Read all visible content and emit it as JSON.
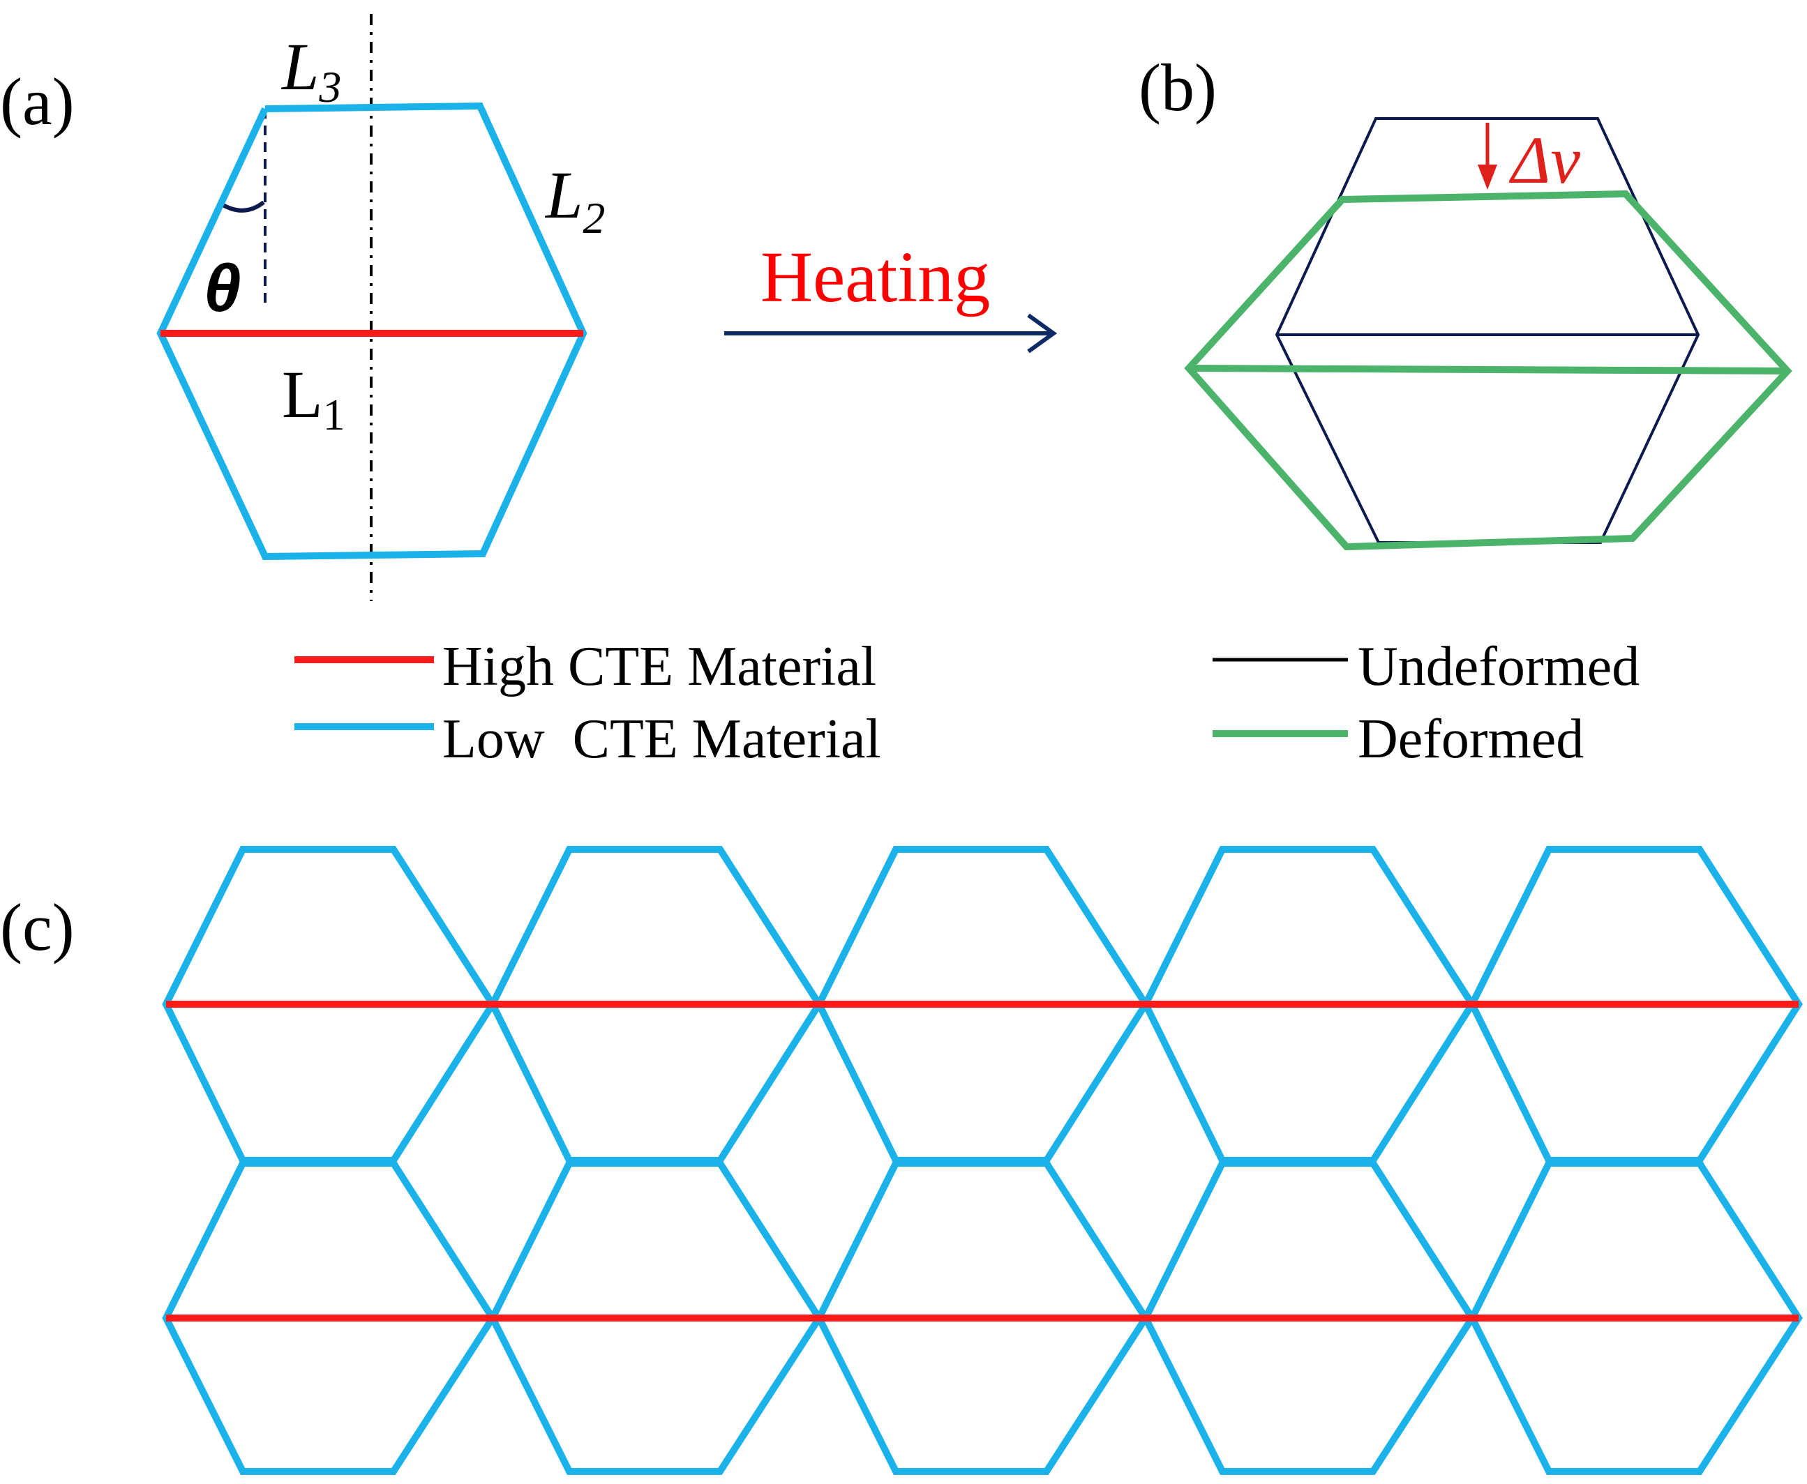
{
  "colors": {
    "high_cte": "#ff1a1a",
    "low_cte": "#1ab2e8",
    "undeformed": "#0d1a4d",
    "deformed": "#4cb36b",
    "arrow": "#0d2a66",
    "delta_arrow": "#e0201a",
    "heating_text": "#ff0000",
    "text": "#000000"
  },
  "panel_a": {
    "label": "(a)",
    "l1": "L",
    "l1_sub": "1",
    "l2": "L",
    "l2_sub": "2",
    "l3": "L",
    "l3_sub": "3",
    "theta": "θ"
  },
  "heating": {
    "label": "Heating"
  },
  "panel_b": {
    "label": "(b)",
    "delta": "Δv"
  },
  "legend_materials": {
    "high": "High CTE Material",
    "low": "Low  CTE Material"
  },
  "legend_deformation": {
    "undeformed": "Undeformed",
    "deformed": "Deformed"
  },
  "panel_c": {
    "label": "(c)",
    "rows": 2,
    "columns": 5
  }
}
